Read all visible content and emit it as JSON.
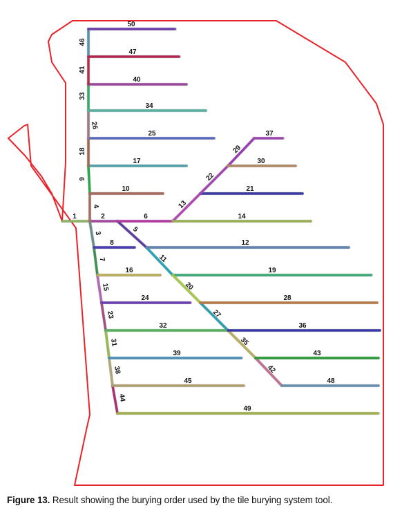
{
  "figure": {
    "caption_label": "Figure 13.",
    "caption_text": " Result showing the burying order used by the tile burying system tool."
  },
  "colors": {
    "boundary": "#e8232a"
  },
  "segments": [
    {
      "n": "1",
      "c": "#8fb36a"
    },
    {
      "n": "2",
      "c": "#a24a9c"
    },
    {
      "n": "3",
      "c": "#6a8e8c"
    },
    {
      "n": "4",
      "c": "#a07060"
    },
    {
      "n": "5",
      "c": "#5a3f9e"
    },
    {
      "n": "6",
      "c": "#b03ca0"
    },
    {
      "n": "7",
      "c": "#3f8f52"
    },
    {
      "n": "8",
      "c": "#4a3fb0"
    },
    {
      "n": "9",
      "c": "#2aa84a"
    },
    {
      "n": "10",
      "c": "#a86a5c"
    },
    {
      "n": "11",
      "c": "#28a3b5"
    },
    {
      "n": "12",
      "c": "#6284b0"
    },
    {
      "n": "13",
      "c": "#b04ab0"
    },
    {
      "n": "14",
      "c": "#9aae5a"
    },
    {
      "n": "15",
      "c": "#b068b6"
    },
    {
      "n": "16",
      "c": "#b8ae5c"
    },
    {
      "n": "17",
      "c": "#55a0a8"
    },
    {
      "n": "18",
      "c": "#9c6a4e"
    },
    {
      "n": "19",
      "c": "#3fa878"
    },
    {
      "n": "20",
      "c": "#a8c84a"
    },
    {
      "n": "21",
      "c": "#3a3aa6"
    },
    {
      "n": "22",
      "c": "#a04ab0"
    },
    {
      "n": "23",
      "c": "#a0507e"
    },
    {
      "n": "24",
      "c": "#6a3fb0"
    },
    {
      "n": "25",
      "c": "#5a6ab8"
    },
    {
      "n": "26",
      "c": "#9a7a8a"
    },
    {
      "n": "27",
      "c": "#28a0b0"
    },
    {
      "n": "28",
      "c": "#b87a48"
    },
    {
      "n": "29",
      "c": "#9840b0"
    },
    {
      "n": "30",
      "c": "#b08a68"
    },
    {
      "n": "31",
      "c": "#98b850"
    },
    {
      "n": "32",
      "c": "#5aae62"
    },
    {
      "n": "33",
      "c": "#3aa86a"
    },
    {
      "n": "34",
      "c": "#58b0a0"
    },
    {
      "n": "35",
      "c": "#b8b05e"
    },
    {
      "n": "36",
      "c": "#3838a8"
    },
    {
      "n": "37",
      "c": "#9a48b0"
    },
    {
      "n": "38",
      "c": "#b0a878"
    },
    {
      "n": "39",
      "c": "#4a90b8"
    },
    {
      "n": "40",
      "c": "#9a4a9a"
    },
    {
      "n": "41",
      "c": "#b03048"
    },
    {
      "n": "42",
      "c": "#c07090"
    },
    {
      "n": "43",
      "c": "#2a9a3a"
    },
    {
      "n": "44",
      "c": "#a83070"
    },
    {
      "n": "45",
      "c": "#b0a070"
    },
    {
      "n": "46",
      "c": "#5a90b0"
    },
    {
      "n": "47",
      "c": "#b02850"
    },
    {
      "n": "48",
      "c": "#6a90b0"
    },
    {
      "n": "49",
      "c": "#a0b050"
    },
    {
      "n": "50",
      "c": "#6a40a8"
    }
  ]
}
